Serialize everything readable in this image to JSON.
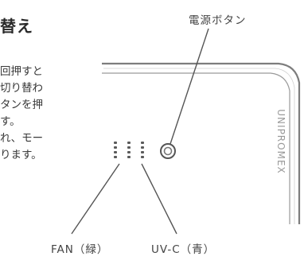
{
  "heading": "替え",
  "body_lines": [
    "回押すと",
    "切り替わ",
    "タンを押",
    "す。",
    "れ、モー",
    "ります。"
  ],
  "callouts": {
    "power_button": "電源ボタン",
    "fan": "FAN（緑）",
    "uvc": "UV-C（青）"
  },
  "device": {
    "brand": "UNIPROMEX"
  }
}
